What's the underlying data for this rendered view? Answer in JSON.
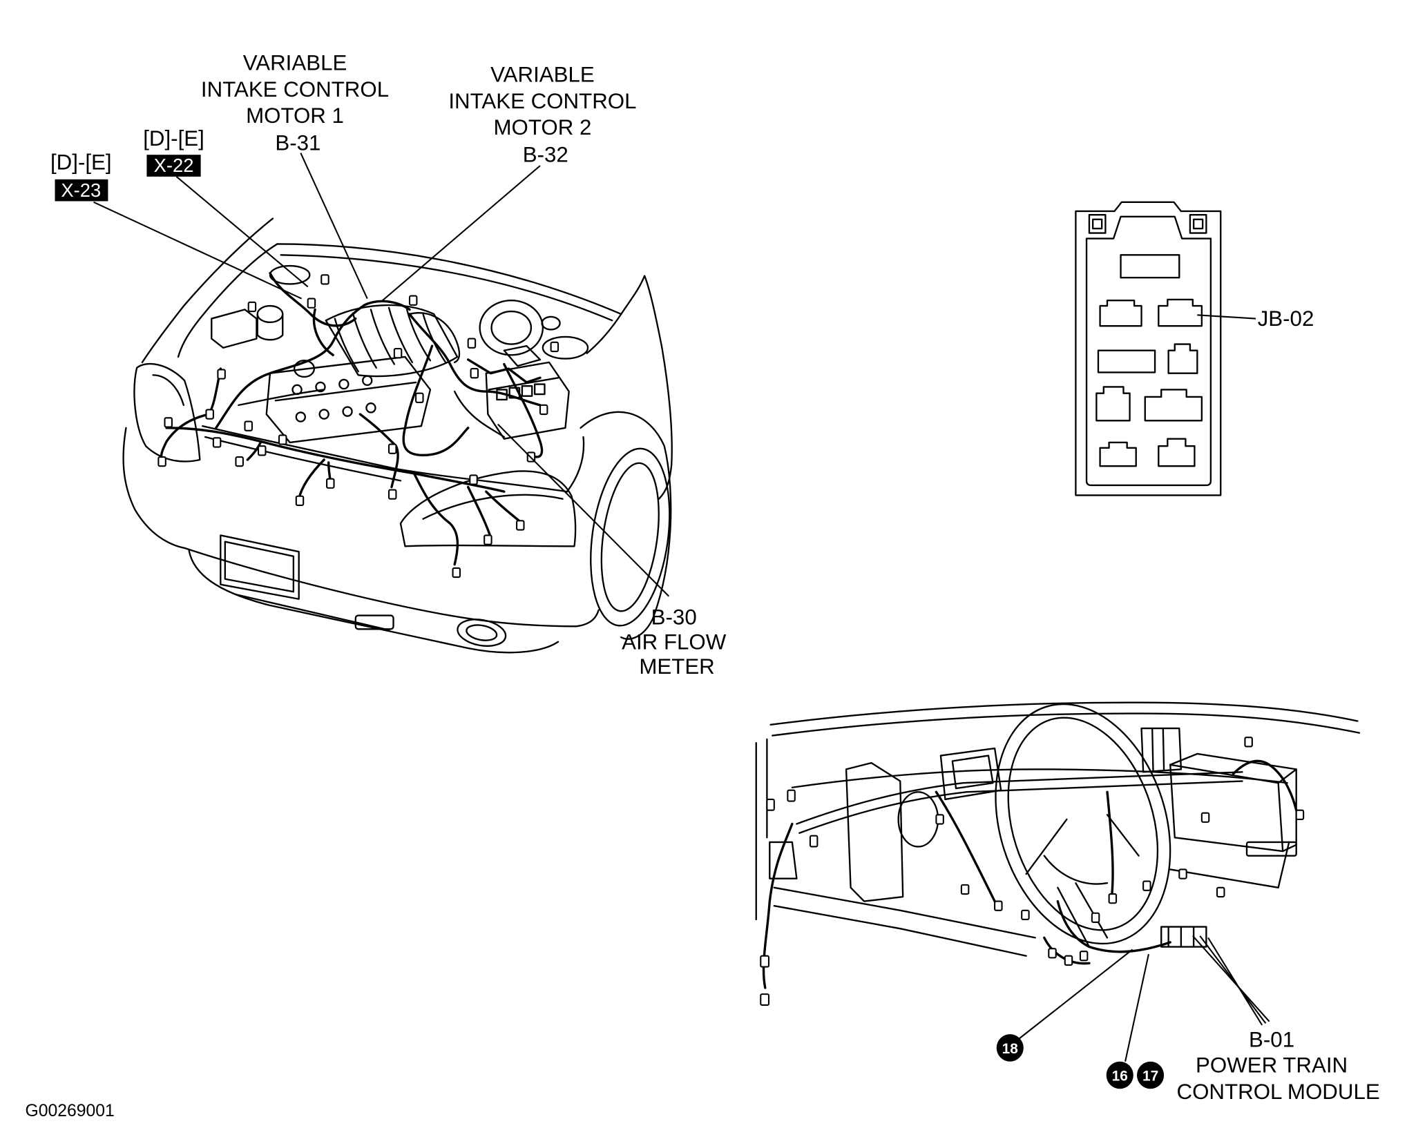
{
  "labels": {
    "vic_motor_1": {
      "lines": [
        "VARIABLE",
        "INTAKE CONTROL",
        "MOTOR 1"
      ],
      "code": "B-31"
    },
    "vic_motor_2": {
      "lines": [
        "VARIABLE",
        "INTAKE CONTROL",
        "MOTOR 2"
      ],
      "code": "B-32"
    },
    "x22": {
      "location": "[D]-[E]",
      "code": "X-22"
    },
    "x23": {
      "location": "[D]-[E]",
      "code": "X-23"
    },
    "junction_box": {
      "code": "JB-02"
    },
    "air_flow_meter": {
      "code": "B-30",
      "lines": [
        "AIR FLOW",
        "METER"
      ]
    },
    "pcm": {
      "code": "B-01",
      "lines": [
        "POWER TRAIN",
        "CONTROL MODULE"
      ]
    }
  },
  "callouts": [
    "18",
    "16",
    "17"
  ],
  "figure_id": "G00269001",
  "colors": {
    "ink": "#000000",
    "paper": "#ffffff"
  }
}
